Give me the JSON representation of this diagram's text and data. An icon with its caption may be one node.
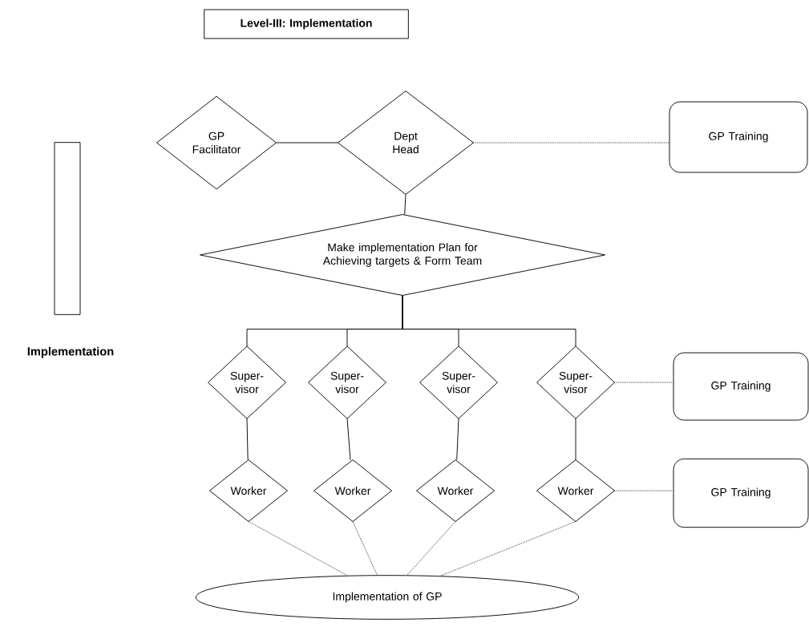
{
  "diagram": {
    "nodes": [
      {
        "text": [
          "Level-III: Implementation"
        ]
      },
      {
        "text": [],
        "shape": "bar",
        "beside": [
          "Implementation"
        ]
      },
      {
        "text": [
          "GP Facilitator"
        ]
      },
      {
        "text": [
          "Dept Head"
        ]
      },
      {
        "text": [
          "GP Training"
        ]
      },
      {
        "text": [
          "Make implementation Plan for Achieving targets & Form Team"
        ]
      },
      {
        "text": [
          "Super-visor"
        ]
      },
      {
        "text": [
          "Super-visor"
        ]
      },
      {
        "text": [
          "Super-visor"
        ]
      },
      {
        "text": [
          "Super-visor"
        ]
      },
      {
        "text": [
          "Worker"
        ]
      },
      {
        "text": [
          "Worker"
        ]
      },
      {
        "text": [
          "Worker"
        ]
      },
      {
        "text": [
          "Worker"
        ]
      },
      {
        "text": [
          "GP Training"
        ]
      },
      {
        "text": [
          "GP Training"
        ]
      },
      {
        "text": [
          "Implementation of GP"
        ]
      }
    ],
    "edges": [
      {
        "from": 2,
        "to": 3,
        "arrow": "none"
      },
      {
        "from": 3,
        "to": 4,
        "arrow": "none",
        "style": "dashed"
      },
      {
        "from": 3,
        "to": 5,
        "arrow": "none"
      },
      {
        "from": 5,
        "to": 6,
        "arrow": "none"
      },
      {
        "from": 5,
        "to": 7,
        "arrow": "none"
      },
      {
        "from": 5,
        "to": 8,
        "arrow": "none"
      },
      {
        "from": 5,
        "to": 9,
        "arrow": "none"
      },
      {
        "from": 6,
        "to": 10,
        "arrow": "none"
      },
      {
        "from": 7,
        "to": 11,
        "arrow": "none"
      },
      {
        "from": 8,
        "to": 12,
        "arrow": "none"
      },
      {
        "from": 9,
        "to": 13,
        "arrow": "none"
      },
      {
        "from": 9,
        "to": 14,
        "arrow": "none",
        "style": "dashed"
      },
      {
        "from": 13,
        "to": 15,
        "arrow": "none",
        "style": "dashed"
      },
      {
        "from": 10,
        "to": 16,
        "arrow": "none",
        "style": "dashed"
      },
      {
        "from": 11,
        "to": 16,
        "arrow": "none",
        "style": "dashed"
      },
      {
        "from": 12,
        "to": 16,
        "arrow": "none",
        "style": "dashed"
      },
      {
        "from": 13,
        "to": 16,
        "arrow": "none",
        "style": "dashed"
      }
    ]
  }
}
